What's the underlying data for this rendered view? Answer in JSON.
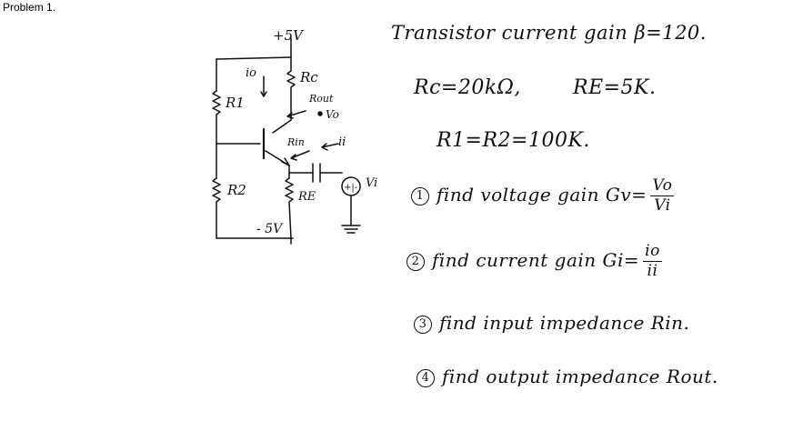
{
  "problem": {
    "label": "Problem 1."
  },
  "circuit": {
    "vcc_label": "+5V",
    "vee_label": "- 5V",
    "r1_label": "R1",
    "r2_label": "R2",
    "rc_label": "Rc",
    "re_label": "RE",
    "io_label": "io",
    "ii_label": "ii",
    "rout_label": "Rout",
    "vo_label": "Vo",
    "rin_label": "Rin",
    "source_symbol": "+|-",
    "vi_label": "Vi"
  },
  "given": {
    "line1": "Transistor current gain β=120.",
    "line2a": "Rc=20kΩ,",
    "line2b": "RE=5K.",
    "line3": "R1=R2=100K."
  },
  "tasks": [
    {
      "number": "1",
      "text": "find voltage gain Gv=",
      "frac_num": "Vo",
      "frac_den": "Vi"
    },
    {
      "number": "2",
      "text": "find current gain Gi=",
      "frac_num": "io",
      "frac_den": "ii"
    },
    {
      "number": "3",
      "text": "find input impedance Rin."
    },
    {
      "number": "4",
      "text": "find output impedance Rout."
    }
  ]
}
